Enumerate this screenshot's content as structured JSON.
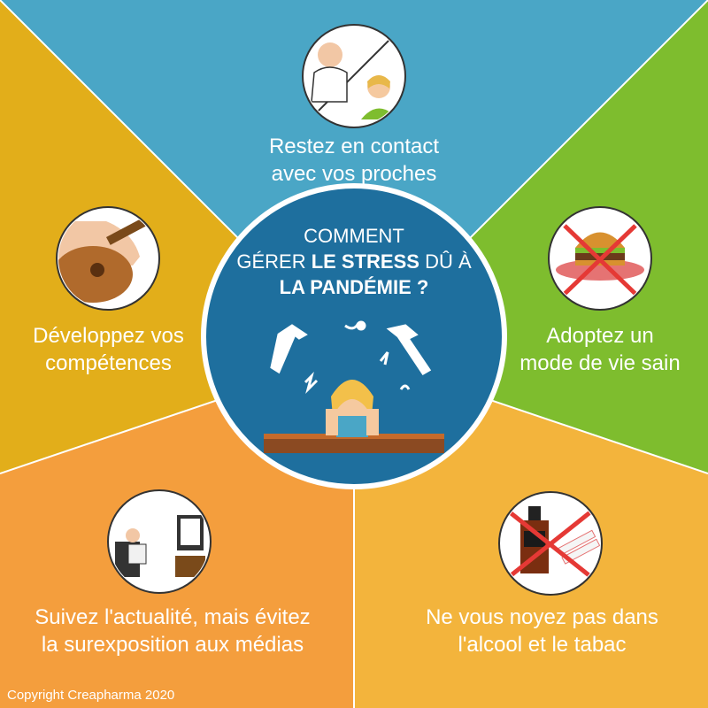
{
  "colors": {
    "top": "#4aa6c6",
    "right": "#7ebd2e",
    "left": "#e2ae1a",
    "bottom_left": "#f49e3d",
    "bottom_right": "#f3b43c",
    "center": "#1e6f9e"
  },
  "center": {
    "line1": "COMMENT",
    "line2_normal": "GÉRER ",
    "line2_bold": "LE STRESS",
    "line2_tail": " DÛ À",
    "line3_bold": "LA PANDÉMIE ?"
  },
  "tips": [
    {
      "id": "contact",
      "lines": [
        "Restez en contact",
        "avec vos proches"
      ],
      "icon": "phone-call-icon"
    },
    {
      "id": "skills",
      "lines": [
        "Développez vos",
        "compétences"
      ],
      "icon": "guitar-icon"
    },
    {
      "id": "healthy",
      "lines": [
        "Adoptez un",
        "mode de vie sain"
      ],
      "icon": "no-junk-food-icon"
    },
    {
      "id": "news",
      "lines": [
        "Suivez l'actualité, mais évitez",
        "la surexposition aux médias"
      ],
      "icon": "tv-watching-icon"
    },
    {
      "id": "alcohol",
      "lines": [
        "Ne vous noyez pas dans",
        "l'alcool et le tabac"
      ],
      "icon": "no-alcohol-tobacco-icon"
    }
  ],
  "copyright": "Copyright Creapharma 2020"
}
